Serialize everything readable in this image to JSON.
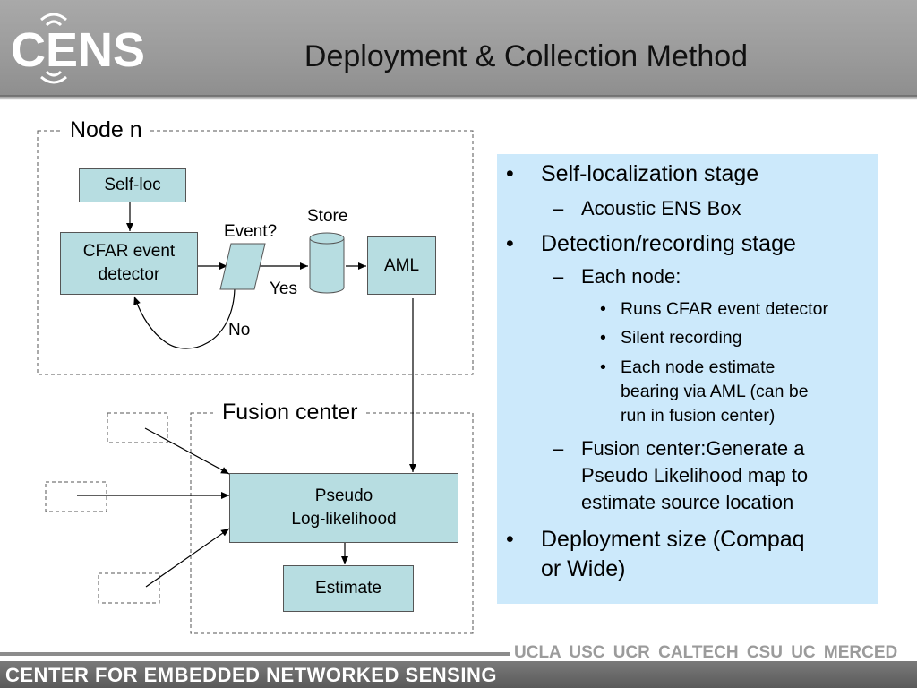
{
  "header": {
    "logo_text": "CENS",
    "title": "Deployment & Collection Method"
  },
  "diagram": {
    "node_section_label": "Node n",
    "fusion_section_label": "Fusion center",
    "self_loc": "Self-loc",
    "cfar_line1": "CFAR event",
    "cfar_line2": "detector",
    "event_label": "Event?",
    "store_label": "Store",
    "aml": "AML",
    "yes_label": "Yes",
    "no_label": "No",
    "pseudo_line1": "Pseudo",
    "pseudo_line2": "Log-likelihood",
    "estimate": "Estimate"
  },
  "notes": {
    "item1": "Self-localization stage",
    "item1_sub": "Acoustic ENS Box",
    "item2": "Detection/recording stage",
    "item2_sub": "Each node:",
    "item2_sub_a": "Runs CFAR event detector",
    "item2_sub_b": "Silent recording",
    "item2_sub_c_1": "Each node estimate",
    "item2_sub_c_2": "bearing via AML (can be",
    "item2_sub_c_3": "run in fusion center)",
    "item2_sub2_1": "Fusion center:Generate a",
    "item2_sub2_2": "Pseudo Likelihood map to",
    "item2_sub2_3": "estimate source location",
    "item3_1": "Deployment size (Compaq",
    "item3_2": "or Wide)"
  },
  "footer": {
    "org": "CENTER FOR EMBEDDED NETWORKED SENSING",
    "partners": "UCLA USC UCR CALTECH CSU UC MERCED"
  },
  "colors": {
    "box_fill": "#b7dde1",
    "notes_bg": "#cce9fb",
    "header_bg": "#a0a0a0"
  }
}
